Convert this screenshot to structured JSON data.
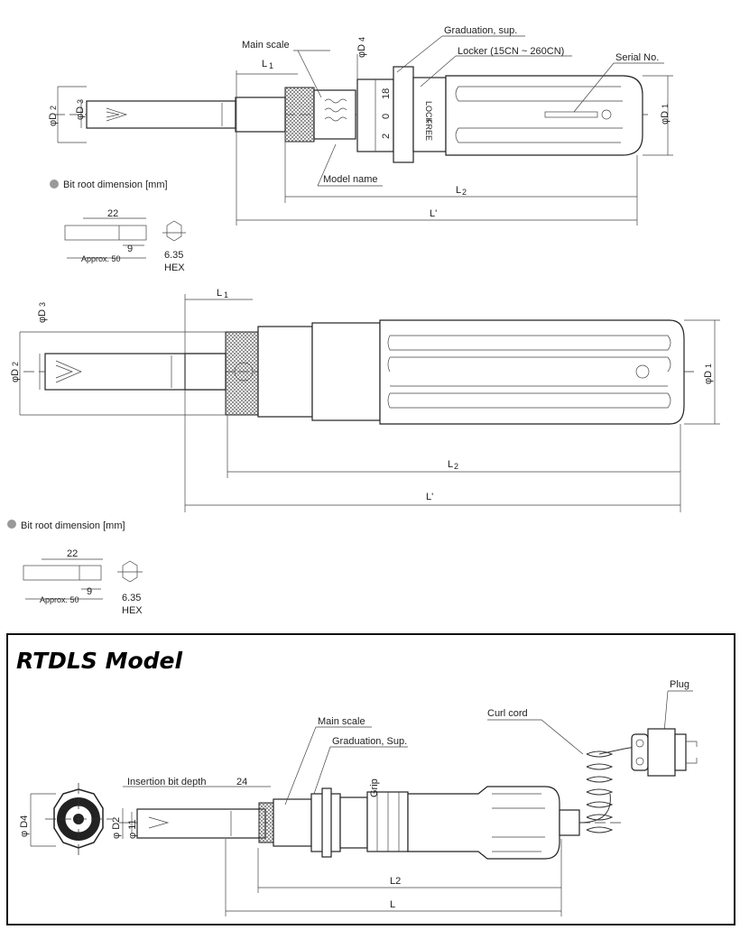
{
  "drawing1": {
    "main_scale": "Main scale",
    "graduation_sup": "Graduation, sup.",
    "locker": "Locker (15CN ~ 260CN)",
    "serial_no": "Serial No.",
    "model_name": "Model name",
    "dim_l1": "L",
    "dim_l2": "L",
    "dim_lp": "L'",
    "phi_d1": "φD",
    "phi_d2": "φD",
    "phi_d3": "φD",
    "phi_d4": "φD",
    "sub1": "1",
    "sub2": "2",
    "sub3": "3",
    "sub4": "4",
    "scale_18": "18",
    "scale_0": "0",
    "scale_2": "2",
    "lock": "LOCK",
    "free": "FREE",
    "bit_root": "Bit root dimension [mm]",
    "dim_22": "22",
    "dim_9": "9",
    "approx50": "Approx. 50",
    "hex_size": "6.35",
    "hex": "HEX"
  },
  "drawing2": {
    "dim_l1": "L",
    "dim_l2": "L",
    "dim_lp": "L'",
    "phi_d1": "φD",
    "phi_d2": "φD",
    "phi_d3": "φD",
    "sub1": "1",
    "sub2": "2",
    "sub3": "3",
    "bit_root": "Bit root dimension [mm]",
    "dim_22": "22",
    "dim_9": "9",
    "approx50": "Approx. 50",
    "hex_size": "6.35",
    "hex": "HEX"
  },
  "rtdls": {
    "title": "RTDLS Model",
    "main_scale": "Main scale",
    "graduation_sup": "Graduation, Sup.",
    "insertion": "Insertion bit depth",
    "depth_24": "24",
    "grip": "Grip",
    "curl_cord": "Curl cord",
    "plug": "Plug",
    "phi_d4": "φ D4",
    "phi_d2": "φ D2",
    "phi_11": "φ 11",
    "dim_l2": "L2",
    "dim_l": "L"
  },
  "colors": {
    "line": "#333333",
    "knurl": "#555555",
    "bullet": "#999999"
  }
}
